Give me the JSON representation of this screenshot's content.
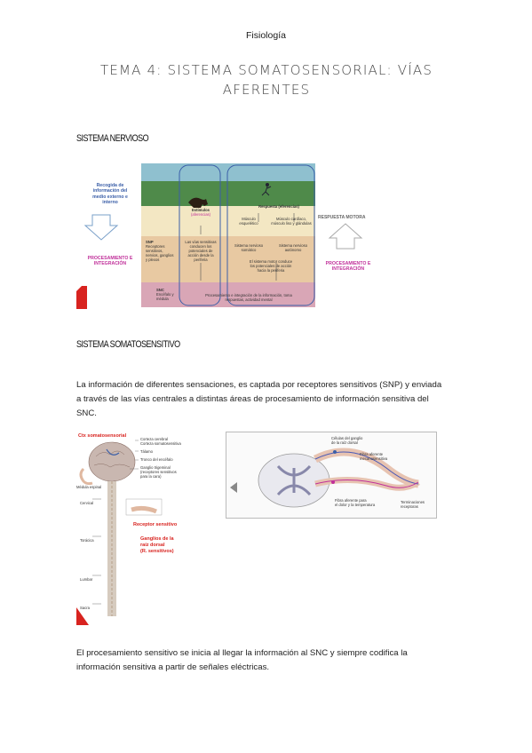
{
  "header": {
    "subject": "Fisiología"
  },
  "title": {
    "line1": "TEMA 4: SISTEMA SOMATOSENSORIAL: VÍAS",
    "line2": "AFERENTES"
  },
  "section1": {
    "heading": "SISTEMA NERVIOSO"
  },
  "figure1": {
    "left_heading": [
      "Recogida de",
      "información del",
      "medio externo e",
      "interno"
    ],
    "left_process": [
      "PROCESAMIENTO E",
      "INTEGRACIÓN"
    ],
    "right_heading": "RESPUESTA MOTORA",
    "right_process": [
      "PROCESAMIENTO E",
      "INTEGRACIÓN"
    ],
    "estimulos": [
      "Estímulos",
      "(aferencias)"
    ],
    "respuesta": "Respuesta (eferencias)",
    "musculo_esq": [
      "Músculo",
      "esquelético"
    ],
    "musculo_card": [
      "Músculo cardíaco,",
      "músculo liso y glándulas"
    ],
    "snp_label": "SNP",
    "snp_desc": [
      "Receptores",
      "sensitivos,",
      "nervios, ganglios",
      "y plexos"
    ],
    "vias_sensitivas": [
      "Las vías sensitivas",
      "conducen los",
      "potenciales de",
      "acción desde la",
      "periferia"
    ],
    "sn_somatico": [
      "Sistema nervioso",
      "somático"
    ],
    "sn_autonomo": [
      "Sistema nervioso",
      "autónomo"
    ],
    "sn_motor": [
      "El sistema motor conduce",
      "los potenciales de acción",
      "hacia la periferia"
    ],
    "snc_label": "SNC",
    "snc_desc": [
      "Encéfalo y",
      "médula"
    ],
    "snc_process": [
      "Procesamiento e integración de la información, toma",
      "respuestas, actividad mental"
    ]
  },
  "section2": {
    "heading": "SISTEMA SOMATOSENSITIVO"
  },
  "paragraph1": [
    "La información de diferentes sensaciones, es captada por receptores sensitivos (SNP) y enviada",
    "a través de las vías centrales a distintas áreas de procesamiento de información sensitiva del",
    "SNC."
  ],
  "figure2": {
    "ctx": "Ctx somatosensorial",
    "labels": [
      "Corteza cerebral",
      "Corteza somatosensitiva",
      "Tálamo",
      "Tronco del encéfalo",
      "Ganglio trigeminal",
      "(receptores sensitivos",
      "para la cara)"
    ],
    "medula": "Médula espinal",
    "segments": [
      "Cervical",
      "Torácica",
      "Lumbar",
      "Sacra"
    ],
    "receptor": "Receptor sensitivo",
    "ganglios": [
      "Ganglios de la",
      "raíz dorsal",
      "(R. sensitivos)"
    ]
  },
  "figure3": {
    "celulas": [
      "Células del ganglio",
      "de la raíz dorsal"
    ],
    "fibra_mecano": [
      "Fibra aferente",
      "mecanosensitiva"
    ],
    "fibra_dolor": [
      "Fibra aferente para",
      "el dolor y la temperatura"
    ],
    "terminaciones": [
      "Terminaciones",
      "receptoras"
    ]
  },
  "paragraph2": [
    "El procesamiento sensitivo se inicia al llegar la información al SNC y siempre codifica la",
    "información sensitiva a partir de señales eléctricas."
  ],
  "colors": {
    "purple": "#c0309a",
    "blue": "#3b5fa8",
    "red": "#d8231f",
    "band_mid": "#e8c9a2",
    "band_low": "#d9a6b6"
  }
}
